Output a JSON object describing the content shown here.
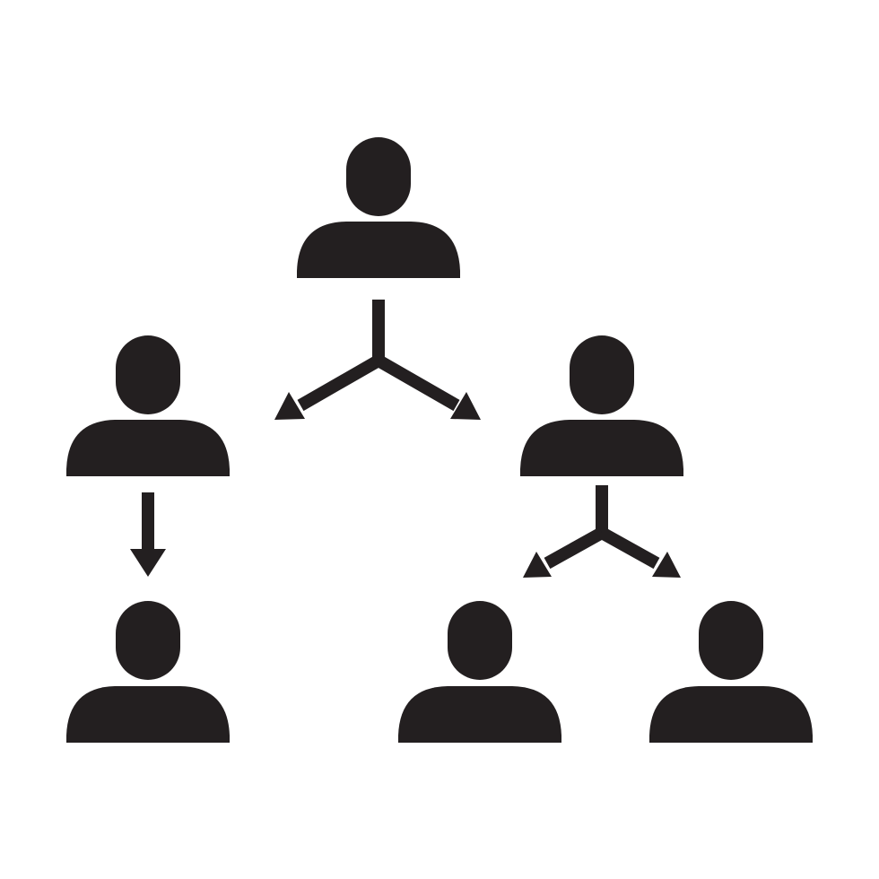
{
  "diagram": {
    "type": "hierarchy",
    "colors": {
      "background": "#ffffff",
      "icon": "#231f20"
    },
    "nodes": [
      {
        "id": "top",
        "icon": "person-icon"
      },
      {
        "id": "middle-left",
        "icon": "person-icon"
      },
      {
        "id": "middle-right",
        "icon": "person-icon"
      },
      {
        "id": "bottom-left",
        "icon": "person-icon"
      },
      {
        "id": "bottom-center",
        "icon": "person-icon"
      },
      {
        "id": "bottom-right",
        "icon": "person-icon"
      }
    ],
    "edges": [
      {
        "from": "top",
        "to": [
          "middle-left",
          "middle-right"
        ],
        "style": "split-arrow"
      },
      {
        "from": "middle-left",
        "to": [
          "bottom-left"
        ],
        "style": "down-arrow"
      },
      {
        "from": "middle-right",
        "to": [
          "bottom-center",
          "bottom-right"
        ],
        "style": "split-arrow"
      }
    ]
  }
}
